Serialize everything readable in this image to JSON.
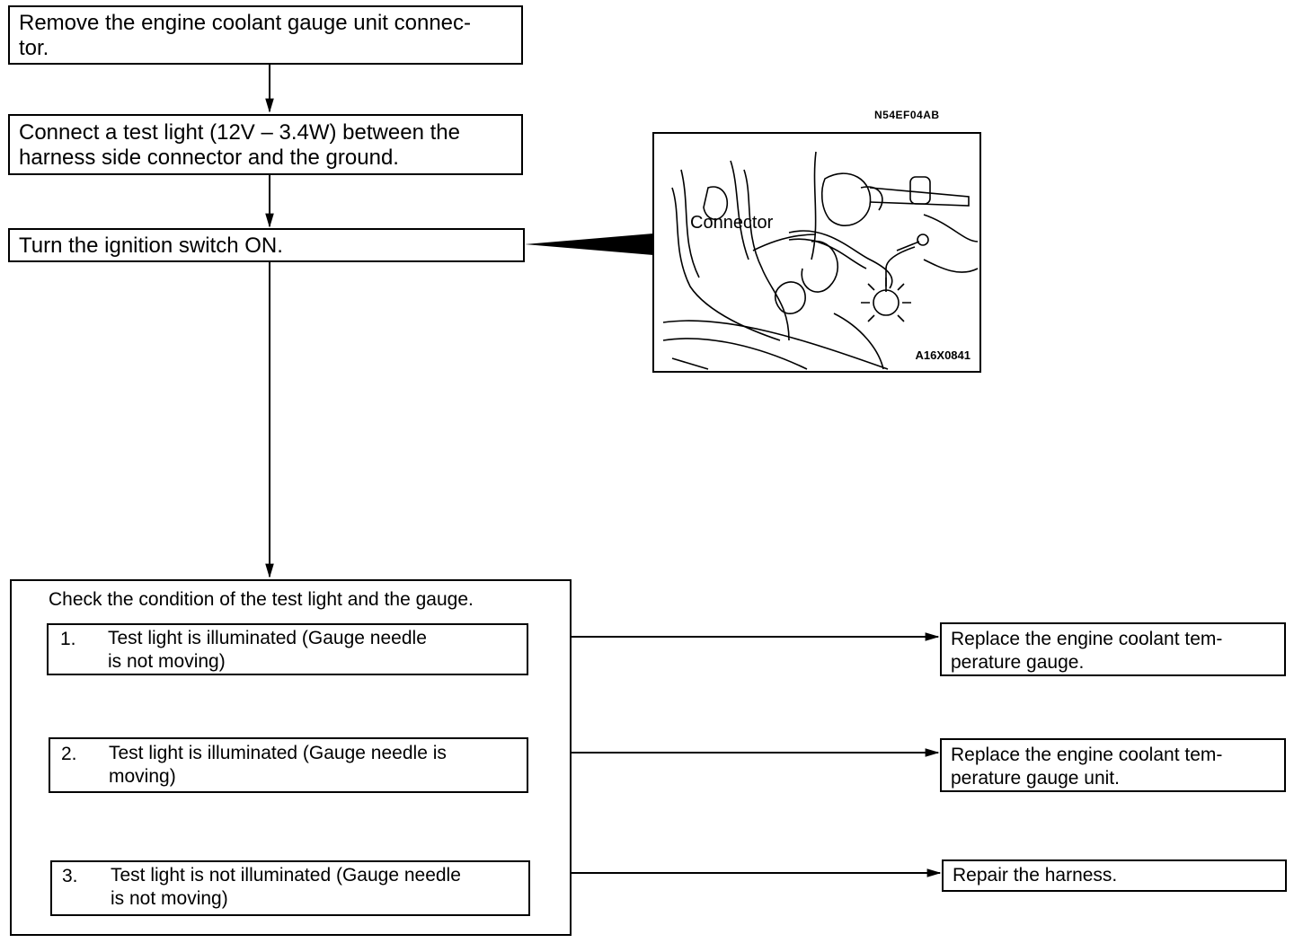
{
  "steps": {
    "step1": "Remove the engine coolant gauge unit connec-\ntor.",
    "step2": "Connect a test light (12V – 3.4W) between the\nharness side connector and the ground.",
    "step3": "Turn the ignition switch ON."
  },
  "check": {
    "title": "Check the condition of the test light and the gauge.",
    "options": [
      {
        "num": "1.",
        "text": "Test light is illuminated (Gauge needle\nis not moving)"
      },
      {
        "num": "2.",
        "text": "Test light is illuminated (Gauge needle is\nmoving)"
      },
      {
        "num": "3.",
        "text": "Test light is not illuminated (Gauge needle\nis not moving)"
      }
    ]
  },
  "results": [
    "Replace the engine coolant tem-\nperature gauge.",
    "Replace the engine coolant tem-\nperature gauge unit.",
    "Repair the harness."
  ],
  "figure": {
    "code": "N54EF04AB",
    "label": "Connector",
    "id": "A16X0841"
  }
}
